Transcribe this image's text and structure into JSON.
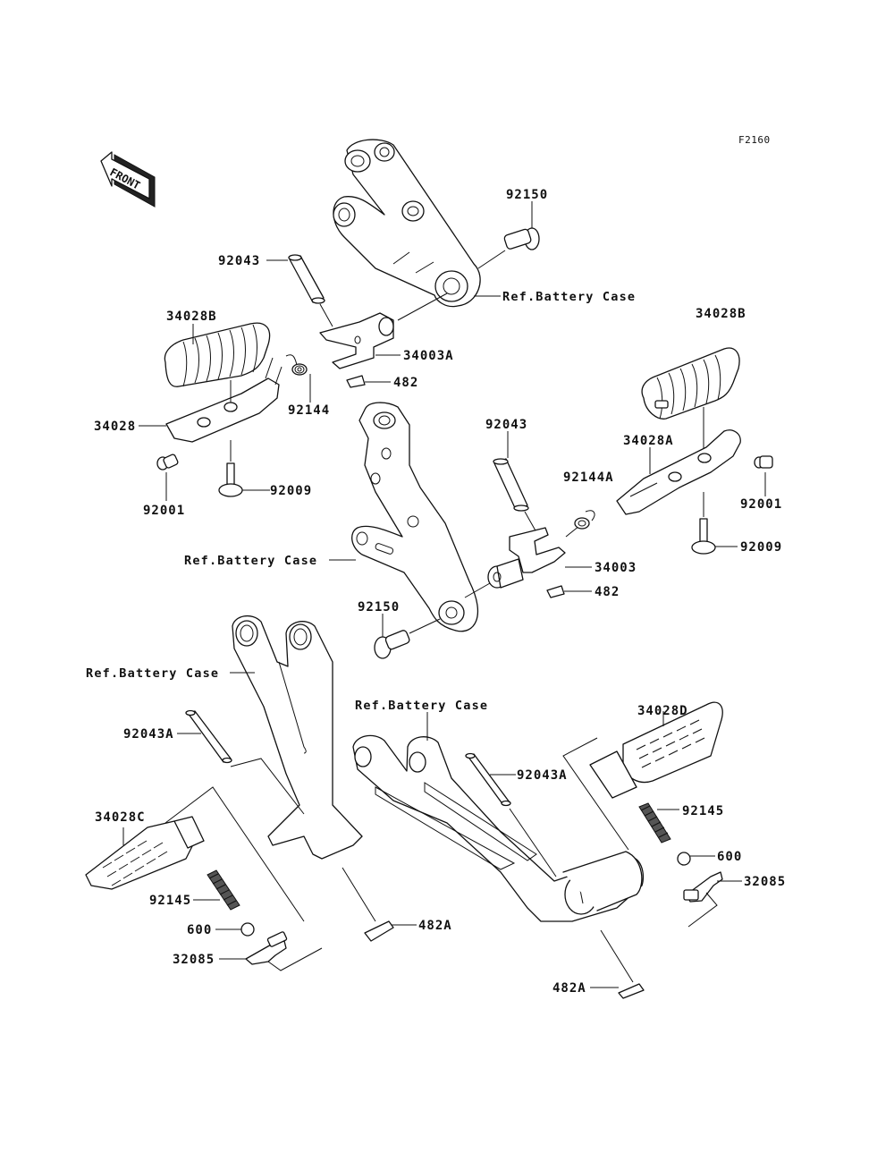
{
  "diagram": {
    "figure_code": "F2160",
    "front_indicator": "FRONT",
    "labels": {
      "p92150_top": "92150",
      "p92043_top": "92043",
      "ref_battery_top": "Ref.Battery Case",
      "p34028B_left": "34028B",
      "p34003A": "34003A",
      "p482_top": "482",
      "p92144": "92144",
      "p34028": "34028",
      "p92001_left": "92001",
      "p92009_left": "92009",
      "p34028B_right": "34028B",
      "p92043_mid": "92043",
      "p34028A": "34028A",
      "p92144A": "92144A",
      "p92001_right": "92001",
      "p92009_right": "92009",
      "ref_battery_mid": "Ref.Battery Case",
      "p34003": "34003",
      "p482_mid": "482",
      "p92150_mid": "92150",
      "ref_battery_lower_left": "Ref.Battery Case",
      "ref_battery_lower_right": "Ref.Battery Case",
      "p34028D": "34028D",
      "p92043A_left": "92043A",
      "p92043A_right": "92043A",
      "p34028C": "34028C",
      "p92145_left": "92145",
      "p92145_right": "92145",
      "p600_left": "600",
      "p600_right": "600",
      "p32085_left": "32085",
      "p32085_right": "32085",
      "p482A_left": "482A",
      "p482A_right": "482A"
    }
  }
}
